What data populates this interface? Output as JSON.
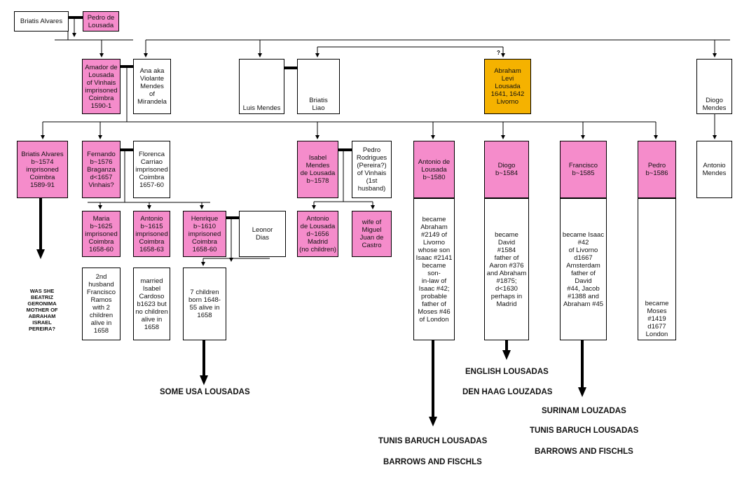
{
  "people": {
    "briatis_alvares_top": "Briatis Alvares",
    "pedro_de_lousada": "Pedro de\nLousada",
    "amador": "Amador de\nLousada\nof Vinhais\nimprisoned\nCoimbra\n1590-1",
    "ana_violante": "Ana aka\nViolante\nMendes\nof\nMirandela",
    "luis_mendes": "Luis Mendes",
    "briatis_liao": "Briatis\nLiao",
    "abraham_levi": "Abraham\nLevi\nLousada\n1641, 1642\nLivorno",
    "diogo_mendes": "Diogo\nMendes",
    "briatis_alvares_1574": "Briatis Alvares\nb~1574\nimprisoned\nCoimbra\n1589-91",
    "fernando": "Fernando\nb~1576\nBraganza\nd<1657\nVinhais?",
    "florenca": "Florenca\nCarriao\nimprisoned\nCoimbra\n1657-60",
    "isabel": "Isabel\nMendes\nde Lousada\nb~1578",
    "pedro_rodrigues": "Pedro\nRodrigues\n(Pereira?)\nof Vinhais\n(1st\nhusband)",
    "antonio_1580": "Antonio de\nLousada\nb~1580",
    "diogo_1584": "Diogo\nb~1584",
    "francisco_1585": "Francisco\nb~1585",
    "pedro_1586": "Pedro\nb~1586",
    "antonio_mendes": "Antonio\nMendes",
    "maria": "Maria\nb~1625\nimprisoned\nCoimbra\n1658-60",
    "antonio_1615": "Antonio\nb~1615\nimprisoned\nCoimbra\n1658-63",
    "henrique": "Henrique\nb~1610\nimprisoned\nCoimbra\n1658-60",
    "leonor_dias": "Leonor\nDias",
    "antonio_1656": "Antonio\nde Lousada\nd~1656\nMadrid\n(no children)",
    "wife_miguel": "wife of\nMiguel\nJuan de\nCastro"
  },
  "notes": {
    "antonio_1580": "became\nAbraham\n#2149 of\nLivorno\nwhose son\nIsaac #2141\nbecame son-\nin-law of\nIsaac #42;\nprobable\nfather of\nMoses #46\nof London",
    "diogo_1584": "became\nDavid\n#1584\nfather of\nAaron #376\nand Abraham\n#1875;\nd<1630\nperhaps in\nMadrid",
    "francisco_1585": "became Isaac\n#42\nof Livorno\nd1667\nAmsterdam\nfather of David\n#44, Jacob\n#1388  and\nAbraham #45",
    "pedro_1586": "became\nMoses\n#1419\nd1677\nLondon",
    "maria": "2nd\nhusband\nFrancisco\nRamos\nwith 2\nchildren\nalive in\n1658",
    "antonio_1615": "married\nIsabel\nCardoso\nb1623 but\nno children\nalive in\n1658",
    "henrique": "7 children\nborn 1648-\n55 alive in\n1658",
    "was_she": "WAS SHE\nBEATRIZ\nGERONIMA\nMOTHER OF\nABRAHAM\nISRAEL\nPEREIRA?"
  },
  "branches": {
    "some_usa": "SOME USA LOUSADAS",
    "english": "ENGLISH LOUSADAS",
    "den_haag": "DEN HAAG LOUZADAS",
    "surinam": "SURINAM LOUZADAS",
    "tunis_1": "TUNIS BARUCH LOUSADAS",
    "tunis_2": "TUNIS BARUCH LOUSADAS",
    "barrows_1": "BARROWS AND FISCHLS",
    "barrows_2": "BARROWS AND FISCHLS"
  },
  "question_mark": "?",
  "colors": {
    "pink": "#f58ccb",
    "orange": "#f5b200",
    "line": "#000000"
  }
}
